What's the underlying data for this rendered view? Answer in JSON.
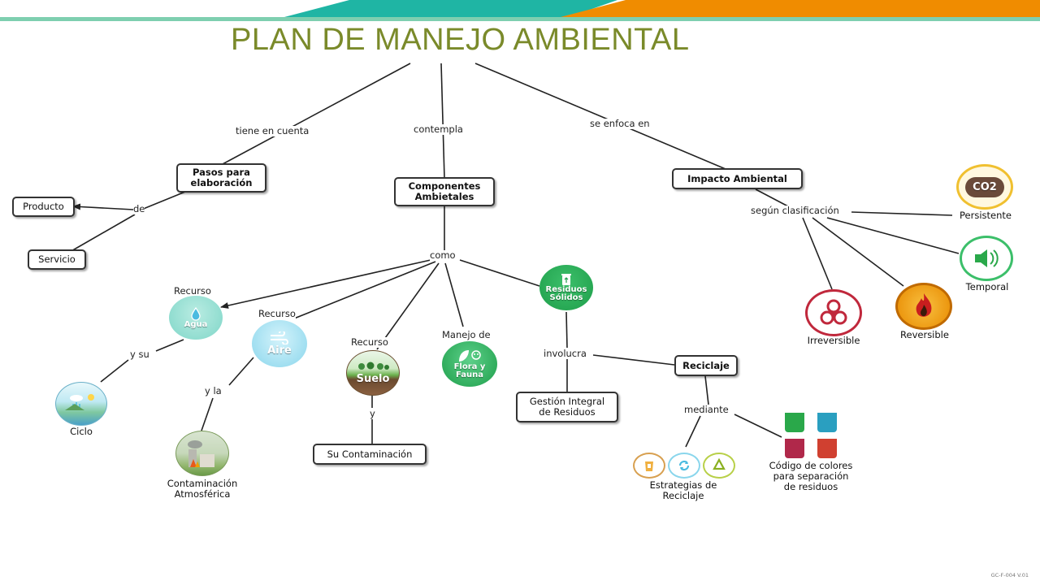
{
  "title": "PLAN DE MANEJO AMBIENTAL",
  "nodes": {
    "pasos": "Pasos para\nelaboración",
    "componentes": "Componentes\nAmbietales",
    "impacto": "Impacto Ambiental",
    "producto": "Producto",
    "servicio": "Servicio",
    "su_contaminacion": "Su Contaminación",
    "gestion": "Gestión Integral\nde Residuos",
    "reciclaje": "Reciclaje"
  },
  "links": {
    "tiene_en_cuenta": "tiene en cuenta",
    "contempla": "contempla",
    "se_enfoca_en": "se enfoca en",
    "de": "de",
    "como": "como",
    "recurso_agua": "Recurso",
    "recurso_aire": "Recurso",
    "recurso_suelo": "Recurso",
    "manejo_de": "Manejo de",
    "y_su": "y su",
    "y_la": "y la",
    "y": "y",
    "involucra": "involucra",
    "mediante": "mediante",
    "segun_clasificacion": "según clasificación"
  },
  "icons": {
    "agua": "Agua",
    "aire": "Aire",
    "suelo": "Suelo",
    "flora": "Flora y\nFauna",
    "residuos": "Residuos\nSólidos",
    "co2": "CO2"
  },
  "captions": {
    "ciclo": "Ciclo",
    "contaminacion_atm": "Contaminación\nAtmosférica",
    "estrategias": "Estrategias de\nReciclaje",
    "codigo": "Código de colores\npara separación\nde residuos",
    "persistente": "Persistente",
    "temporal": "Temporal",
    "irreversible": "Irreversible",
    "reversible": "Reversible"
  },
  "footer": "GC-F-004  V.01",
  "colors": {
    "banner_teal": "#1fb5a4",
    "banner_orange": "#f08c00",
    "title_olive": "#7a8a2a",
    "residuos_green": "#1e9e4a",
    "water_teal": "#7fd6c8",
    "aire_blue": "#8ad6ec",
    "biohazard_red": "#c0283c",
    "fire_orange": "#f0a000"
  }
}
